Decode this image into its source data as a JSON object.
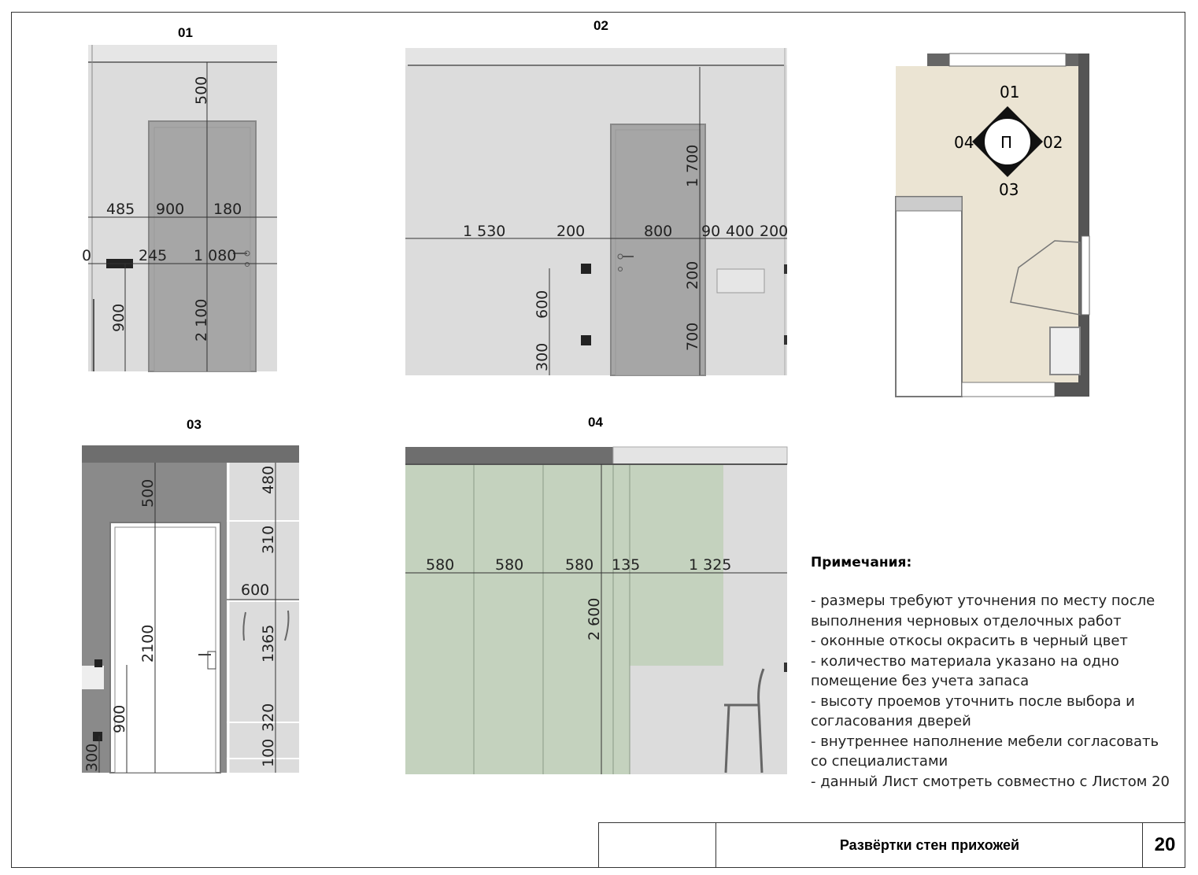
{
  "sheet": {
    "title": "Развёртки стен прихожей",
    "number": "20"
  },
  "views": {
    "v01": {
      "label": "01",
      "dims": {
        "top": "500",
        "d485": "485",
        "d900": "900",
        "d180": "180",
        "d245": "245",
        "d1080": "1 080",
        "h900": "900",
        "h2100": "2 100",
        "left0": "0"
      }
    },
    "v02": {
      "label": "02",
      "dims": {
        "d1530": "1 530",
        "d200a": "200",
        "d800": "800",
        "d90": "90",
        "d400": "400",
        "d200b": "200",
        "h1700": "1 700",
        "h200": "200",
        "h700": "700",
        "h600": "600",
        "h300": "300"
      }
    },
    "v03": {
      "label": "03",
      "dims": {
        "h500": "500",
        "h480": "480",
        "h310": "310",
        "w600": "600",
        "h2100": "2100",
        "h1365": "1365",
        "h900": "900",
        "h320": "320",
        "h100": "100",
        "h300": "300"
      }
    },
    "v04": {
      "label": "04",
      "dims": {
        "d580a": "580",
        "d580b": "580",
        "d580c": "580",
        "d135": "135",
        "d1325": "1 325",
        "h2600": "2 600"
      }
    },
    "plan": {
      "n": "01",
      "e": "02",
      "s": "03",
      "w": "04",
      "center": "П"
    }
  },
  "notes": {
    "title": "Примечания:",
    "items": [
      "- размеры требуют уточнения по месту после выполнения черновых отделочных работ",
      "- оконные откосы окрасить в черный цвет",
      "- количество материала указано на одно помещение без учета запаса",
      "- высоту проемов уточнить после выбора и согласования дверей",
      "- внутреннее наполнение мебели согласовать со специалистами",
      "- данный Лист смотреть совместно с Листом 20"
    ]
  },
  "colors": {
    "wall": "#dcdcdc",
    "door": "#a6a6a6",
    "dark": "#8a8a8a",
    "panel": "#c4d2be",
    "floor": "#ebe4d3"
  }
}
